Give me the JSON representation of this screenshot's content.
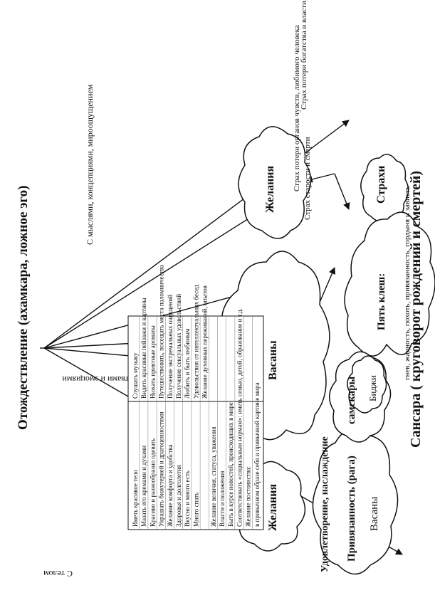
{
  "diagram": {
    "title": "Отождествление (ахамкара, ложное эго)",
    "body_label": "С телом",
    "feelings_label": "С чувствами и эмоциями",
    "thoughts_label": "С мыслями, концепциями, мироощущением",
    "desires_label": "Желания",
    "vasanas_label": "Васаны",
    "fears_label": "Страхи",
    "five_kleshas_label": "Пять клеш:",
    "kleshas_list": "гнев, жадность, похоть, привязанность, гордыня и зависть",
    "attachment_label": "Привязанность (рага)",
    "vasanas_lower_label": "Васаны",
    "samskaras_label": "самскары",
    "bija_label": "Биджи",
    "samsara_label": "Сансара ( круговорот рождений и смертей)",
    "satisfaction_label": "Удовлетворение, наслаждение",
    "fear_old_age": "Страх старости и смерти",
    "fear_loss_senses": "Страх потери органов чувств, любимого человека",
    "fear_loss_wealth": "Страх потери богатства и власти, страх изменений",
    "table_rows": [
      [
        "Иметь красивое тело",
        "Слушать музыку"
      ],
      [
        "Мазать его кремами и духами",
        "Видеть красивые пейзажи и картины"
      ],
      [
        "Красиво и разнообразно одевать",
        "Нюхать приятные ароматы"
      ],
      [
        "Украшать бижутерией и драгоценностями",
        "Путешествовать, посещать места паломничества"
      ],
      [
        "Желание комфорта и удобства",
        "Получение экстремальных ощущений"
      ],
      [
        "Здоровья и долголетия",
        "Получение сексуальных удовольствий"
      ],
      [
        "Вкусно и много есть",
        "Любить и быть любимым"
      ],
      [
        "Много спать",
        "Удовольствия от интеллектуальных бесед"
      ],
      [
        "",
        "Желание духовных переживаний, опытов"
      ],
      [
        "Желание величия, статуса, уважения",
        ""
      ],
      [
        "Власти и положения",
        ""
      ],
      [
        "Быть в курсе новостей, происходящих в мире",
        ""
      ],
      [
        "Соответствовать «социальным нормам»: иметь семью, детей, образование и т.д.",
        ""
      ],
      [
        "Желание постоянства:",
        ""
      ],
      [
        "в привычном образе себя и привычной картине мира",
        ""
      ]
    ]
  }
}
